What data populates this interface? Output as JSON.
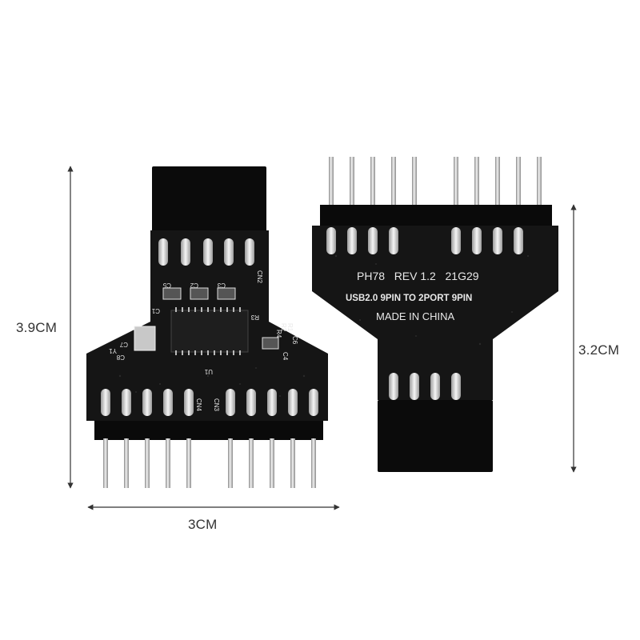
{
  "dimensions": {
    "height_left": "3.9CM",
    "height_right": "3.2CM",
    "width": "3CM"
  },
  "left_board": {
    "silkscreen": [
      "CN2",
      "C5",
      "C2",
      "C3",
      "C1",
      "R3",
      "R2",
      "R1",
      "R4",
      "C4",
      "C6",
      "C7",
      "C8",
      "Y1",
      "U1",
      "CN4",
      "CN3"
    ]
  },
  "right_board": {
    "line1": "PH78   REV 1.2   21G29",
    "line2": "USB2.0 9PIN TO 2PORT 9PIN",
    "line3": "MADE IN CHINA"
  },
  "colors": {
    "pcb": "#141414",
    "header": "#0b0b0b",
    "pin": "#d2d2d2",
    "silk": "#e8e8e8",
    "dimension": "#333333"
  }
}
